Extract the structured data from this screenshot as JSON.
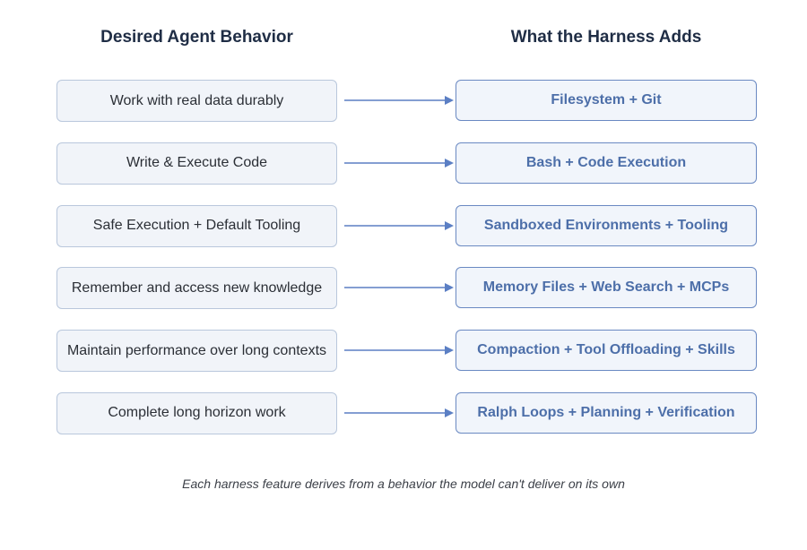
{
  "headers": {
    "left": "Desired Agent Behavior",
    "right": "What the Harness Adds"
  },
  "rows": [
    {
      "behavior": "Work with real data durably",
      "feature": "Filesystem + Git"
    },
    {
      "behavior": "Write & Execute Code",
      "feature": "Bash + Code Execution"
    },
    {
      "behavior": "Safe Execution + Default Tooling",
      "feature": "Sandboxed Environments + Tooling"
    },
    {
      "behavior": "Remember and access new knowledge",
      "feature": "Memory Files + Web Search + MCPs"
    },
    {
      "behavior": "Maintain performance over long contexts",
      "feature": "Compaction + Tool Offloading + Skills"
    },
    {
      "behavior": "Complete long horizon work",
      "feature": "Ralph Loops + Planning + Verification"
    }
  ],
  "caption": "Each harness feature derives from a behavior the model can't deliver on its own",
  "colors": {
    "heading": "#1f2d45",
    "left_box_border": "#b9c7dc",
    "left_box_fill": "#f1f4f9",
    "right_box_border": "#6a89c2",
    "right_box_fill": "#f1f5fb",
    "right_text": "#4d6fa9",
    "arrow": "#5b7fc4"
  }
}
